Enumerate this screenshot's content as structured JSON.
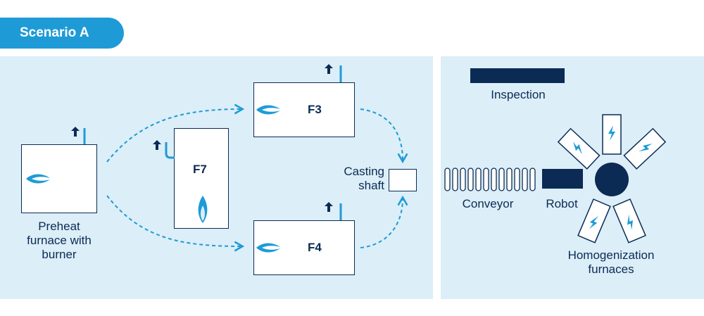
{
  "scenario": {
    "label": "Scenario A"
  },
  "colors": {
    "accent": "#1e9bd7",
    "navy": "#0b2b55",
    "panel": "#dceef7"
  },
  "furnaces": {
    "preheat": "Preheat\nfurnace with\nburner",
    "f3": "F3",
    "f4": "F4",
    "f7": "F7"
  },
  "casting": {
    "label": "Casting\nshaft"
  },
  "conveyor": {
    "label": "Conveyor"
  },
  "robot": {
    "label": "Robot"
  },
  "inspection": {
    "label": "Inspection"
  },
  "homogenization": {
    "label": "Homogenization\nfurnaces"
  }
}
